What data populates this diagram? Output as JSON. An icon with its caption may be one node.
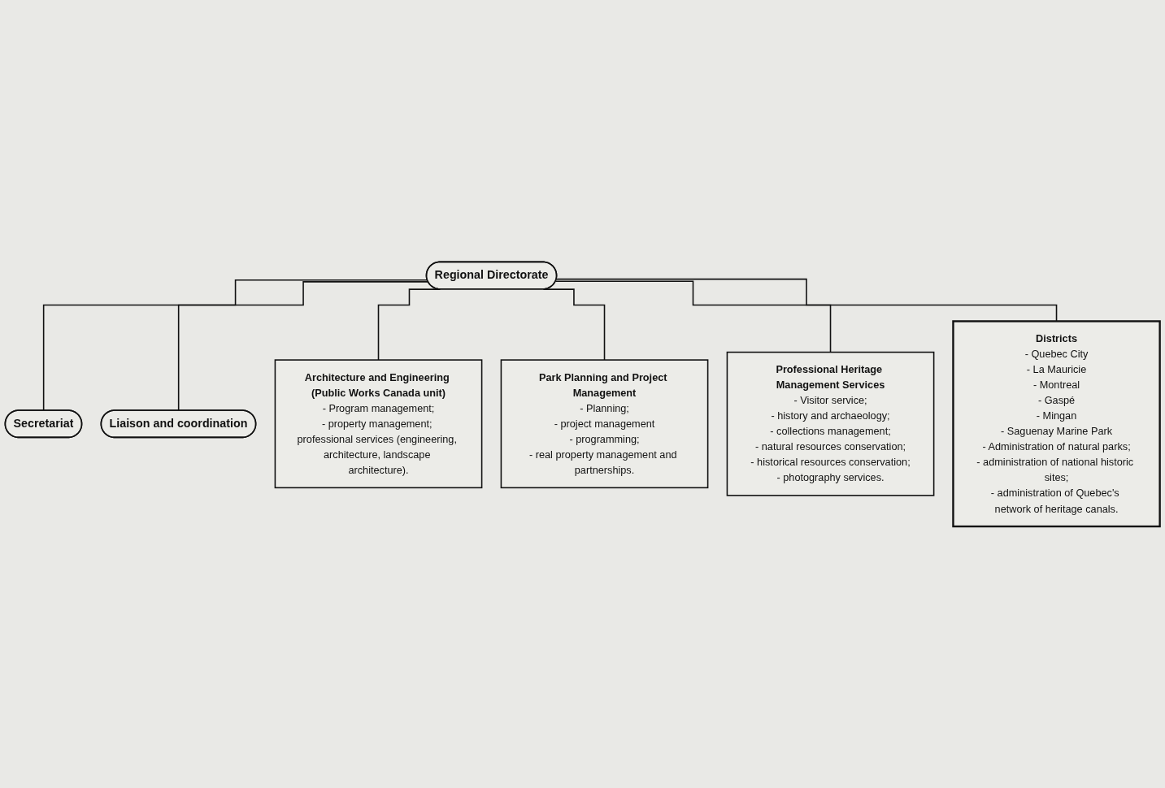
{
  "diagram": {
    "nodes": [
      {
        "text": [
          "Regional Directorate"
        ]
      },
      {
        "text": [
          "Secretariat"
        ]
      },
      {
        "text": [
          "Liaison and coordination"
        ]
      },
      {
        "text": [
          "Architecture and Engineering (Public Works Canada unit)",
          "- Program management;",
          "- property management; professional services (engineering, architecture, landscape architecture)."
        ]
      },
      {
        "text": [
          "Park Planning and Project Management",
          "- Planning;",
          "- project management",
          "- programming;",
          "- real property management and partnerships."
        ]
      },
      {
        "text": [
          "Professional Heritage Management Services",
          "- Visitor service;",
          "- history and archaeology;",
          "- collections management;",
          "- natural resources conservation;",
          "- historical resources conservation;",
          "- photography services."
        ]
      },
      {
        "text": [
          "Districts",
          "- Quebec City",
          "- La Mauricie",
          "- Montreal",
          "- Gaspé",
          "- Mingan",
          "- Saguenay Marine Park",
          "- Administration of natural parks;",
          "- administration of national historic sites;",
          "- administration of Quebec's network of heritage canals."
        ]
      }
    ],
    "edges": [
      {
        "from": 0,
        "to": 1,
        "arrow": "none"
      },
      {
        "from": 0,
        "to": 2,
        "arrow": "none"
      },
      {
        "from": 0,
        "to": 3,
        "arrow": "none"
      },
      {
        "from": 0,
        "to": 4,
        "arrow": "none"
      },
      {
        "from": 0,
        "to": 5,
        "arrow": "none"
      },
      {
        "from": 0,
        "to": 6,
        "arrow": "none"
      }
    ]
  }
}
